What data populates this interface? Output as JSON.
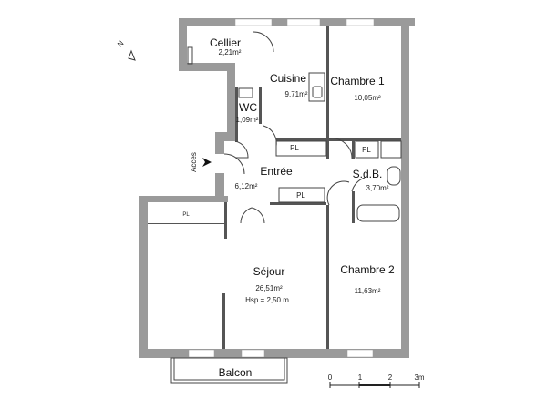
{
  "rooms": [
    {
      "name": "Cellier",
      "area": "2,21m²"
    },
    {
      "name": "Cuisine",
      "area": "9,71m²"
    },
    {
      "name": "Chambre 1",
      "area": "10,05m²"
    },
    {
      "name": "WC",
      "area": "1,09m²"
    },
    {
      "name": "Entrée",
      "area": "6,12m²"
    },
    {
      "name": "S.d.B.",
      "area": "3,70m²"
    },
    {
      "name": "Séjour",
      "area": "26,51m²",
      "height": "Hsp = 2,50 m"
    },
    {
      "name": "Chambre 2",
      "area": "11,63m²"
    },
    {
      "name": "Balcon"
    }
  ],
  "closet_label": "PL",
  "entrance_label": "Accès",
  "north_label": "N",
  "scale": {
    "ticks": [
      "0",
      "1",
      "2",
      "3m"
    ]
  },
  "colors": {
    "wall": "#9a9a9a",
    "line": "#444444"
  }
}
